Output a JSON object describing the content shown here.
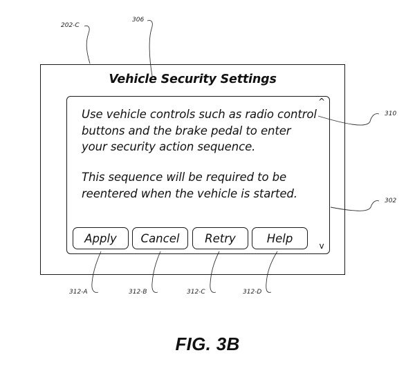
{
  "screen": {
    "title": "Vehicle Security Settings",
    "message_1": "Use vehicle controls such as radio control buttons and the brake pedal to enter your security action sequence.",
    "message_2": "This sequence will be required to be reentered when the vehicle is started.",
    "scroll_up_symbol": "^",
    "scroll_down_symbol": "v"
  },
  "buttons": {
    "apply": "Apply",
    "cancel": "Cancel",
    "retry": "Retry",
    "help": "Help"
  },
  "reference_numerals": {
    "display": "202-C",
    "title_area": "306",
    "message_area": "310",
    "panel": "302",
    "apply": "312-A",
    "cancel": "312-B",
    "retry": "312-C",
    "help": "312-D"
  },
  "figure_caption": "FIG. 3B"
}
